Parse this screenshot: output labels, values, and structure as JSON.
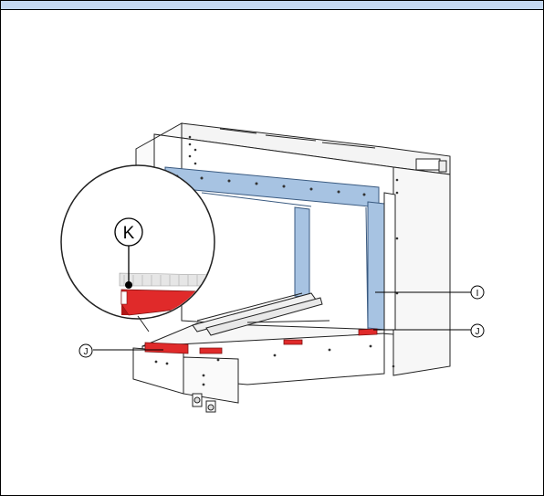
{
  "colors": {
    "header": "#c5d9f1",
    "frame_highlight": "#a7c3e2",
    "rail_highlight": "#e02a2a",
    "outline": "#222222"
  },
  "callouts": {
    "k": "K",
    "i": "I",
    "j_right": "J",
    "j_left": "J"
  }
}
